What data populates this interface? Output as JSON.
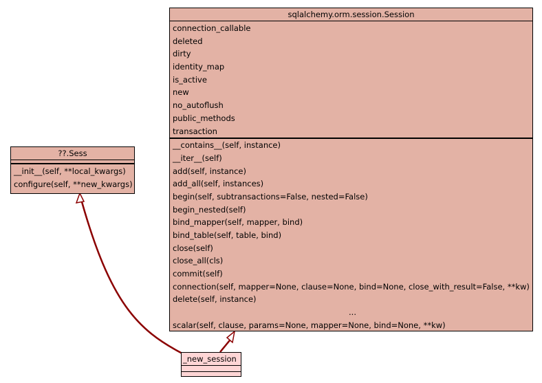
{
  "session": {
    "title": "sqlalchemy.orm.session.Session",
    "attributes": [
      "connection_callable",
      "deleted",
      "dirty",
      "identity_map",
      "is_active",
      "new",
      "no_autoflush",
      "public_methods",
      "transaction"
    ],
    "methods": [
      "__contains__(self, instance)",
      "__iter__(self)",
      "add(self, instance)",
      "add_all(self, instances)",
      "begin(self, subtransactions=False, nested=False)",
      "begin_nested(self)",
      "bind_mapper(self, mapper, bind)",
      "bind_table(self, table, bind)",
      "close(self)",
      "close_all(cls)",
      "commit(self)",
      "connection(self, mapper=None, clause=None, bind=None, close_with_result=False, **kw)",
      "delete(self, instance)",
      "...",
      "scalar(self, clause, params=None, mapper=None, bind=None, **kw)"
    ]
  },
  "sess": {
    "title": "??.Sess",
    "methods": [
      "__init__(self, **local_kwargs)",
      "configure(self, **new_kwargs)"
    ]
  },
  "new_session": {
    "title": "_new_session"
  },
  "colors": {
    "class_fill": "#e3b2a5",
    "highlight_fill": "#ffd6d6",
    "edge": "#8b0000"
  }
}
